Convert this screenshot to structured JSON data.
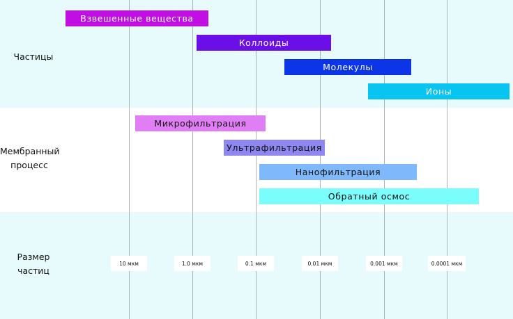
{
  "rows": {
    "particles": "Частицы",
    "membrane_line1": "Мембранный",
    "membrane_line2": "процесс",
    "size_line1": "Размер",
    "size_line2": "частиц"
  },
  "particles": [
    {
      "label": "Взвешенные вещества",
      "color": "#c10fe3"
    },
    {
      "label": "Коллоиды",
      "color": "#6a0fe8"
    },
    {
      "label": "Молекулы",
      "color": "#0c35e8"
    },
    {
      "label": "Ионы",
      "color": "#08c4f0"
    }
  ],
  "processes": [
    {
      "label": "Микрофильтрация",
      "color": "#e27ef5"
    },
    {
      "label": "Ультрафильтрация",
      "color": "#8f87f0"
    },
    {
      "label": "Нанофильтрация",
      "color": "#7fb9fb"
    },
    {
      "label": "Обратный осмос",
      "color": "#7bfdfc"
    }
  ],
  "scale": [
    "10 мкм",
    "1.0 мкм",
    "0.1 мкм",
    "0.01 мкм",
    "0.001 мкм",
    "0.0001 мкм"
  ]
}
